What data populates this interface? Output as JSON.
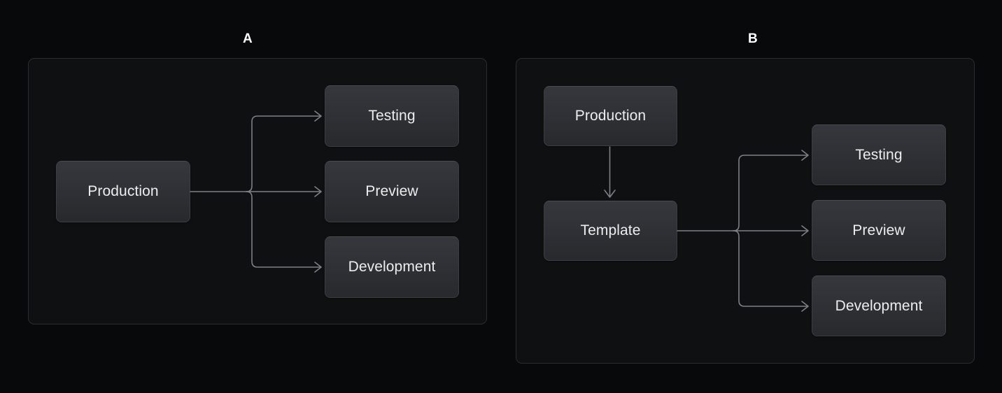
{
  "background_color": "#08090a",
  "panel": {
    "background_color": "#0f1011",
    "border_color": "#2a2c2f"
  },
  "node_style": {
    "fill_top_color": "#35373c",
    "fill_bottom_color": "#27292d",
    "border_color": "#3c3e43",
    "text_color": "#eceded"
  },
  "connector_color": "#7d8085",
  "panels": [
    {
      "id": "a",
      "title": "A",
      "nodes": {
        "source": "Production",
        "targets": [
          "Testing",
          "Preview",
          "Development"
        ]
      }
    },
    {
      "id": "b",
      "title": "B",
      "nodes": {
        "source": "Production",
        "intermediate": "Template",
        "targets": [
          "Testing",
          "Preview",
          "Development"
        ]
      }
    }
  ],
  "diagram_data": {
    "type": "flow-diagram",
    "panel_a": {
      "label": "A",
      "nodes": [
        "Production",
        "Testing",
        "Preview",
        "Development"
      ],
      "edges": [
        {
          "from": "Production",
          "to": "Testing",
          "style": "elbow-arrow"
        },
        {
          "from": "Production",
          "to": "Preview",
          "style": "straight-arrow"
        },
        {
          "from": "Production",
          "to": "Development",
          "style": "elbow-arrow"
        }
      ]
    },
    "panel_b": {
      "label": "B",
      "nodes": [
        "Production",
        "Template",
        "Testing",
        "Preview",
        "Development"
      ],
      "edges": [
        {
          "from": "Production",
          "to": "Template",
          "style": "vertical-arrow"
        },
        {
          "from": "Template",
          "to": "Testing",
          "style": "elbow-arrow"
        },
        {
          "from": "Template",
          "to": "Preview",
          "style": "straight-arrow"
        },
        {
          "from": "Template",
          "to": "Development",
          "style": "elbow-arrow"
        }
      ]
    }
  }
}
